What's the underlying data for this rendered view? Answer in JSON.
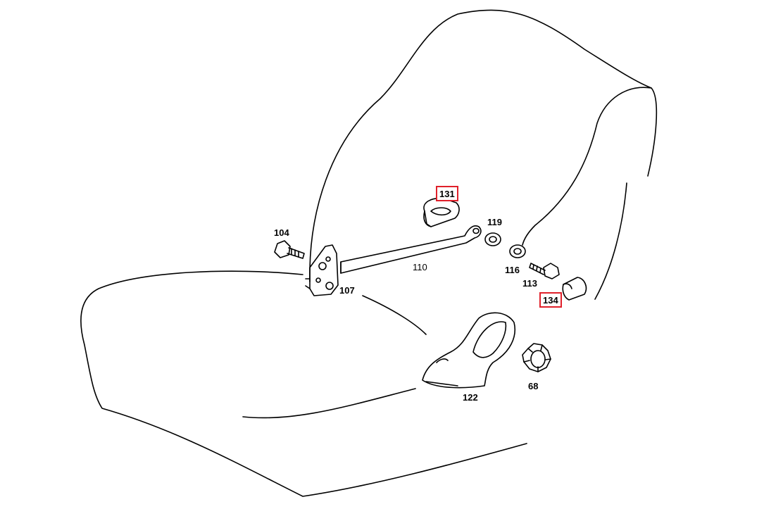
{
  "colors": {
    "line": "#000000",
    "highlight_box": "#e0202a",
    "background": "#ffffff"
  },
  "parts": [
    {
      "id": "p131",
      "label": "131",
      "highlighted": true
    },
    {
      "id": "p104",
      "label": "104",
      "highlighted": false
    },
    {
      "id": "p119",
      "label": "119",
      "highlighted": false
    },
    {
      "id": "p110",
      "label": "110",
      "highlighted": false
    },
    {
      "id": "p116",
      "label": "116",
      "highlighted": false
    },
    {
      "id": "p107",
      "label": "107",
      "highlighted": false
    },
    {
      "id": "p113",
      "label": "113",
      "highlighted": false
    },
    {
      "id": "p134",
      "label": "134",
      "highlighted": true
    },
    {
      "id": "p68",
      "label": "68",
      "highlighted": false
    },
    {
      "id": "p122",
      "label": "122",
      "highlighted": false
    }
  ]
}
